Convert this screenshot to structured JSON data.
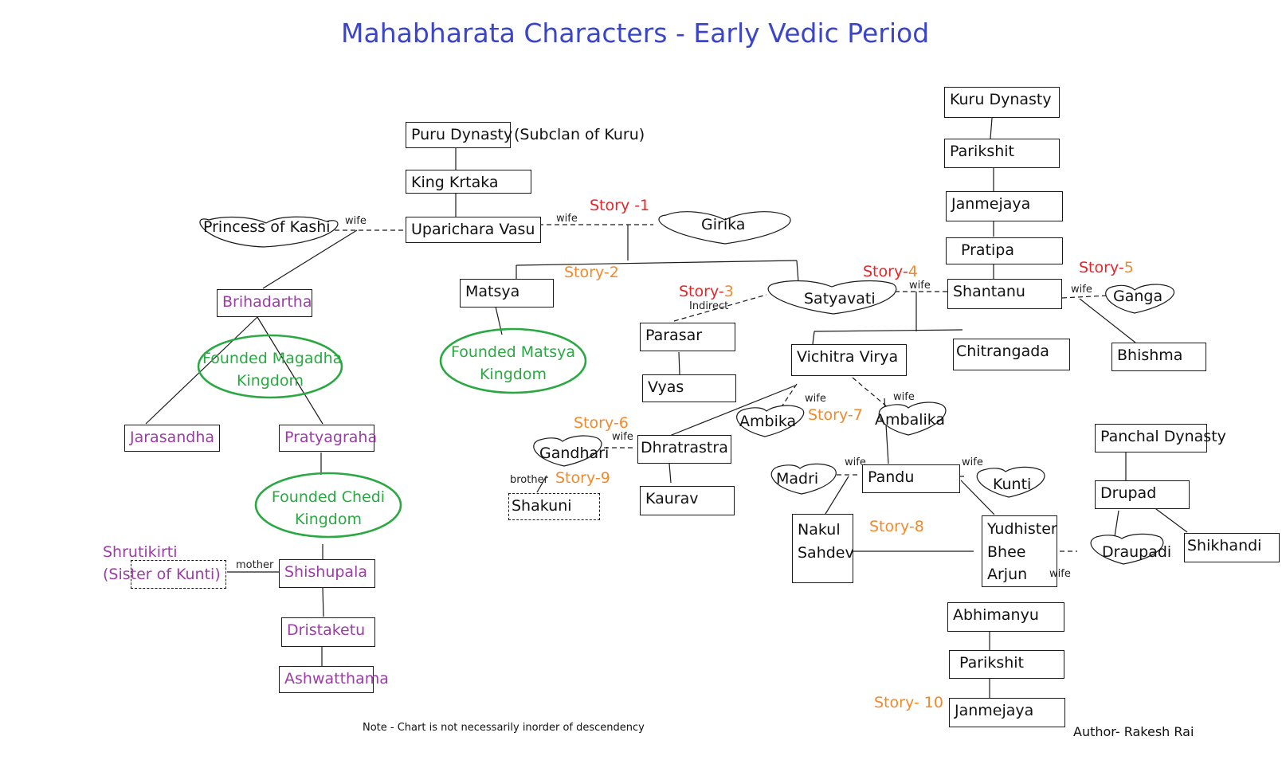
{
  "title": "Mahabharata Characters - Early Vedic Period",
  "note": "Note - Chart is not necessarily inorder of  descendency",
  "author": "Author- Rakesh Rai",
  "nodes": {
    "puru_dynasty": "Puru Dynasty",
    "subclan": "(Subclan of Kuru)",
    "king_krtaka": "King Krtaka",
    "uparichara_vasu": "Uparichara Vasu",
    "princess_kashi": "Princess of Kashi",
    "girika": "Girika",
    "brihadartha": "Brihadartha",
    "matsya": "Matsya",
    "parasar": "Parasar",
    "vyas": "Vyas",
    "satyavati": "Satyavati",
    "kuru_dynasty": "Kuru Dynasty",
    "parikshit_top": "Parikshit",
    "janmejaya_top": "Janmejaya",
    "pratipa": "Pratipa",
    "shantanu": "Shantanu",
    "ganga": "Ganga",
    "bhishma": "Bhishma",
    "chitrangada": "Chitrangada",
    "vichitra_virya": "Vichitra Virya",
    "ambika": "Ambika",
    "ambalika": "Ambalika",
    "jarasandha": "Jarasandha",
    "pratyagraha": "Pratyagraha",
    "gandhari": "Gandhari",
    "dhratrastra": "Dhratrastra",
    "shakuni": "Shakuni",
    "kaurav": "Kaurav",
    "madri": "Madri",
    "pandu": "Pandu",
    "kunti": "Kunti",
    "nakul_sahdev": [
      "Nakul",
      "Sahdev"
    ],
    "yudhister_group": [
      "Yudhister",
      "Bhee",
      "Arjun"
    ],
    "draupadi": "Draupadi",
    "panchal_dynasty": "Panchal Dynasty",
    "drupad": "Drupad",
    "shikhandi": "Shikhandi",
    "shrutikirti": [
      "Shrutikirti",
      "(Sister of Kunti)"
    ],
    "shishupala": "Shishupala",
    "dristaketu": "Dristaketu",
    "ashwatthama": "Ashwatthama",
    "abhimanyu": "Abhimanyu",
    "parikshit_bottom": "Parikshit",
    "janmejaya_bottom": "Janmejaya"
  },
  "kingdoms": {
    "magadha": [
      "Founded  Magadha",
      "Kingdom"
    ],
    "matsya": [
      "Founded  Matsya",
      "Kingdom"
    ],
    "chedi": [
      "Founded  Chedi",
      "Kingdom"
    ]
  },
  "relation_labels": {
    "wife": "wife",
    "indirect": "Indirect",
    "brother": "brother",
    "mother": "mother"
  },
  "stories": {
    "s1": "Story -1",
    "s2": "Story-2",
    "s3_prefix": "Story-",
    "s3_num": "3",
    "s4_prefix": "Story-",
    "s4_num": "4",
    "s5_prefix": "Story-",
    "s5_num": "5",
    "s6": "Story-6",
    "s7": "Story-7",
    "s8": "Story-8",
    "s9": "Story-9",
    "s10": "Story- 10"
  },
  "colors": {
    "title": "#3b45c9",
    "purple": "#9c3ca6",
    "green": "#2aa842",
    "orange": "#ef8a2d",
    "red": "#e3262a"
  }
}
